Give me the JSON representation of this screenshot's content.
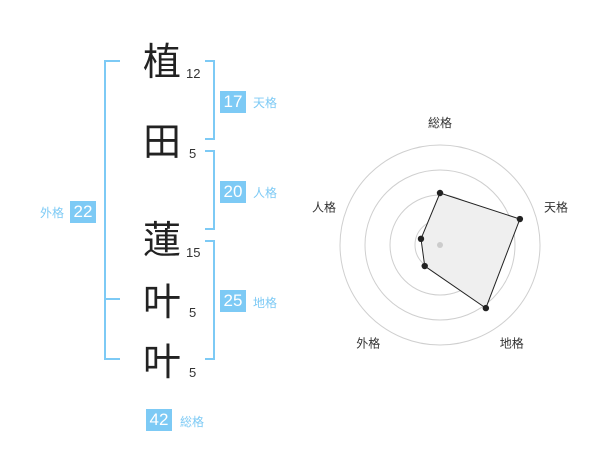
{
  "colors": {
    "accent": "#7dcaf5",
    "label_text": "#7dcaf5",
    "radar_fill": "#efefef",
    "radar_ring": "#cfcfcf",
    "radar_line": "#222222"
  },
  "name": {
    "characters": [
      {
        "char": "植",
        "strokes": "12"
      },
      {
        "char": "田",
        "strokes": "5"
      },
      {
        "char": "蓮",
        "strokes": "15"
      },
      {
        "char": "叶",
        "strokes": "5"
      },
      {
        "char": "叶",
        "strokes": "5"
      }
    ]
  },
  "scores": {
    "tenkaku": {
      "value": "17",
      "label": "天格"
    },
    "jinkaku": {
      "value": "20",
      "label": "人格"
    },
    "chikaku": {
      "value": "25",
      "label": "地格"
    },
    "gaikaku": {
      "value": "22",
      "label": "外格"
    },
    "soukaku": {
      "value": "42",
      "label": "総格"
    }
  },
  "radar": {
    "axes": [
      "総格",
      "天格",
      "地格",
      "外格",
      "人格"
    ],
    "levels": 4,
    "values": [
      2.6,
      4.2,
      3.9,
      1.3,
      1.0
    ],
    "max": 5
  }
}
